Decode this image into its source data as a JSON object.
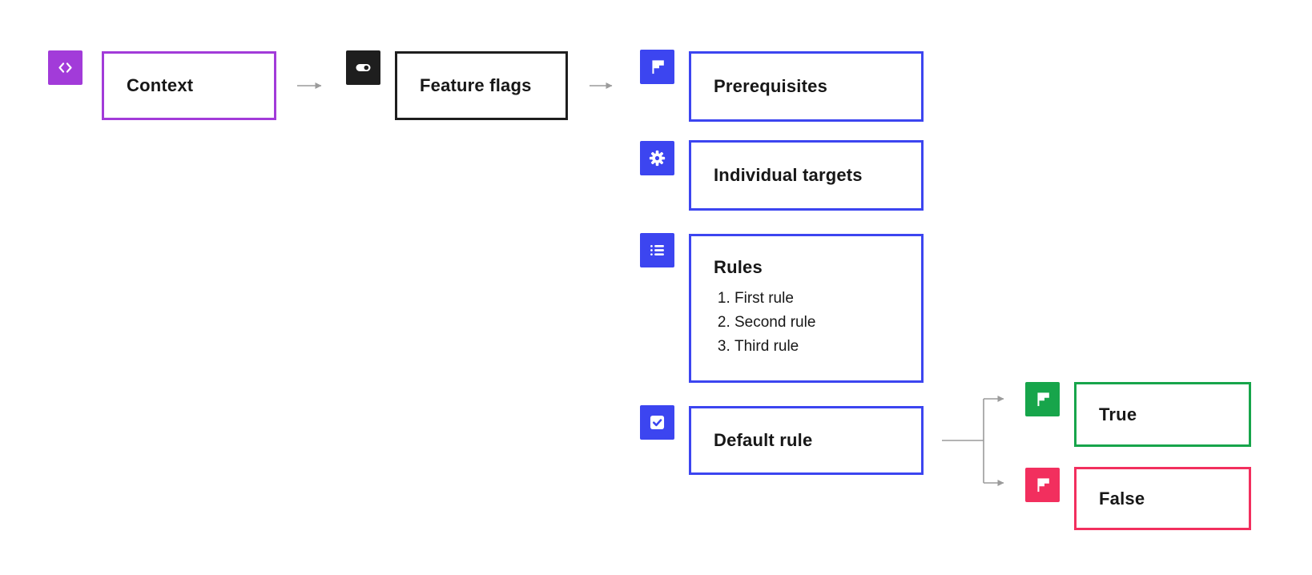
{
  "colors": {
    "purple": "#A23BD9",
    "black": "#1E1E1E",
    "blue": "#3C45F0",
    "green": "#17A54B",
    "pink": "#F22F5E",
    "arrow": "#9B9B9B",
    "text": "#171717",
    "bg": "#FFFFFF"
  },
  "nodes": {
    "context": {
      "label": "Context",
      "icon": "code-icon",
      "color": "#A23BD9"
    },
    "feature_flags": {
      "label": "Feature flags",
      "icon": "toggle-icon",
      "color": "#1E1E1E"
    },
    "prerequisites": {
      "label": "Prerequisites",
      "icon": "flag-icon",
      "color": "#3C45F0"
    },
    "individual_targets": {
      "label": "Individual targets",
      "icon": "gear-icon",
      "color": "#3C45F0"
    },
    "rules": {
      "label": "Rules",
      "icon": "list-icon",
      "color": "#3C45F0",
      "items": [
        "First rule",
        "Second rule",
        "Third rule"
      ]
    },
    "default_rule": {
      "label": "Default rule",
      "icon": "checkbox-icon",
      "color": "#3C45F0"
    },
    "true_variation": {
      "label": "True",
      "icon": "flag-icon",
      "color": "#17A54B"
    },
    "false_variation": {
      "label": "False",
      "icon": "flag-icon",
      "color": "#F22F5E"
    }
  }
}
